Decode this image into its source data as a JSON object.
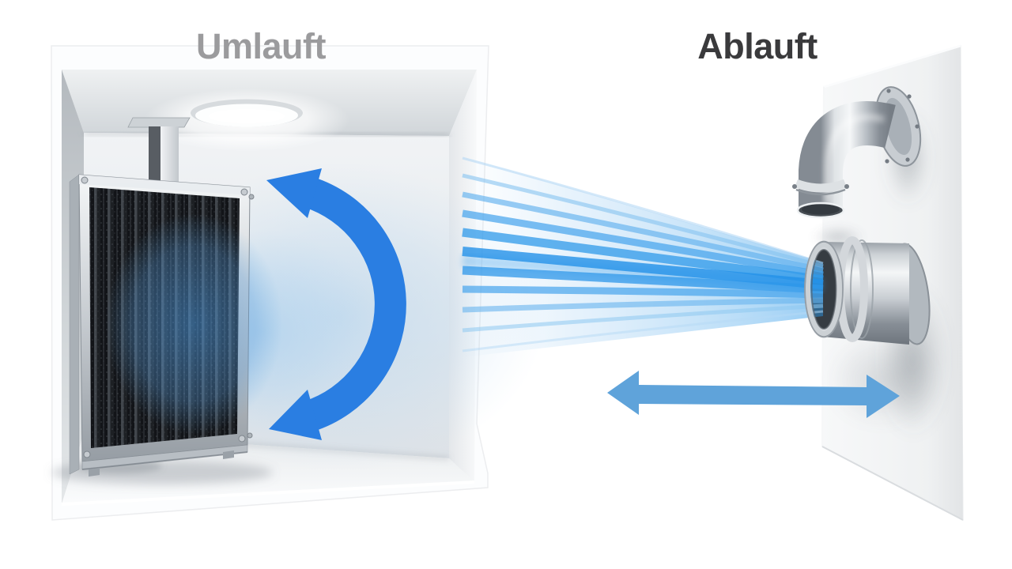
{
  "diagram": {
    "left_label": "Umlauft",
    "right_label": "Ablauft"
  },
  "colors": {
    "circulation_arrow": "#2a7ee2",
    "exchange_arrow": "#5fa3da",
    "stream_core": "#2391e8",
    "left_label_color": "#9b9b9d",
    "right_label_color": "#3a3a3c"
  },
  "icons": {
    "circulation_arrow_icon": "curved double-headed arrow (air recirculating inside room)",
    "exchange_arrow_icon": "horizontal double-headed arrow (air exchange through wall)",
    "air_stream_icon": "blue air stream fanning into wall duct",
    "ceiling_light_icon": "round ceiling lamp",
    "filter_panel_icon": "pleated carbon filter panel on mount",
    "duct_elbow_icon": "metal 90-degree duct elbow on wall flange",
    "wall_outlet_icon": "metal wall duct outlet"
  }
}
